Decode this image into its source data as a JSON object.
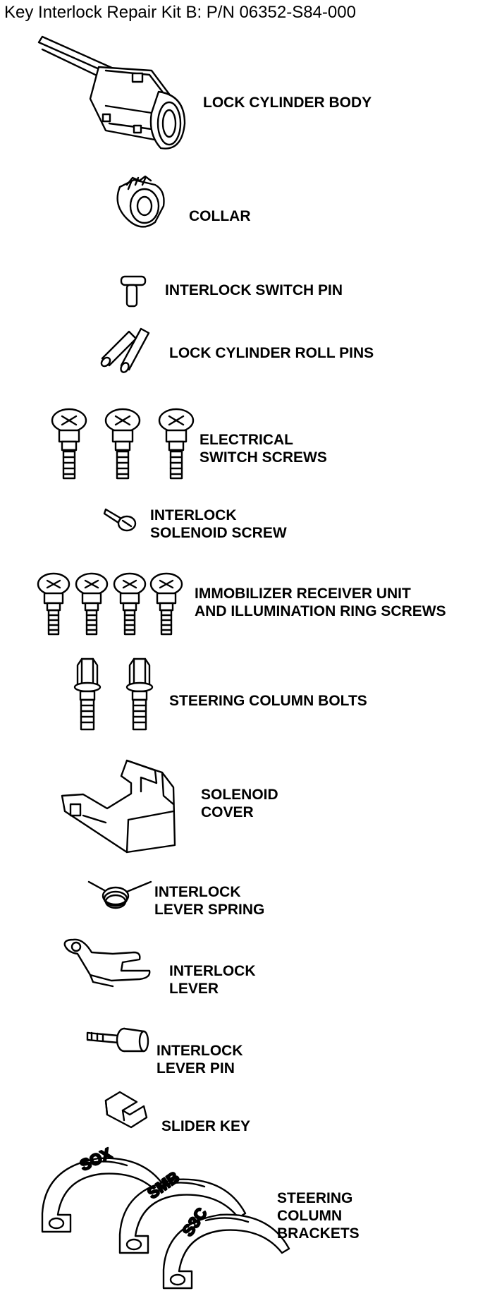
{
  "title": "Key Interlock Repair Kit B: P/N 06352-S84-000",
  "parts": [
    {
      "id": "lock-cylinder-body",
      "lines": [
        "LOCK CYLINDER BODY"
      ]
    },
    {
      "id": "collar",
      "lines": [
        "COLLAR"
      ]
    },
    {
      "id": "interlock-switch-pin",
      "lines": [
        "INTERLOCK SWITCH PIN"
      ]
    },
    {
      "id": "lock-cylinder-roll-pins",
      "lines": [
        "LOCK CYLINDER ROLL PINS"
      ]
    },
    {
      "id": "electrical-switch-screws",
      "lines": [
        "ELECTRICAL",
        "SWITCH SCREWS"
      ]
    },
    {
      "id": "interlock-solenoid-screw",
      "lines": [
        "INTERLOCK",
        "SOLENOID SCREW"
      ]
    },
    {
      "id": "immobilizer-screws",
      "lines": [
        "IMMOBILIZER RECEIVER UNIT",
        "AND ILLUMINATION RING SCREWS"
      ]
    },
    {
      "id": "steering-column-bolts",
      "lines": [
        "STEERING COLUMN BOLTS"
      ]
    },
    {
      "id": "solenoid-cover",
      "lines": [
        "SOLENOID",
        "COVER"
      ]
    },
    {
      "id": "interlock-lever-spring",
      "lines": [
        "INTERLOCK",
        "LEVER SPRING"
      ]
    },
    {
      "id": "interlock-lever",
      "lines": [
        "INTERLOCK",
        "LEVER"
      ]
    },
    {
      "id": "interlock-lever-pin",
      "lines": [
        "INTERLOCK",
        "LEVER PIN"
      ]
    },
    {
      "id": "slider-key",
      "lines": [
        "SLIDER KEY"
      ]
    },
    {
      "id": "steering-column-brackets",
      "lines": [
        "STEERING",
        "COLUMN",
        "BRACKETS"
      ]
    }
  ],
  "bracket_stamps": [
    "SOX",
    "SMB",
    "S3C"
  ]
}
